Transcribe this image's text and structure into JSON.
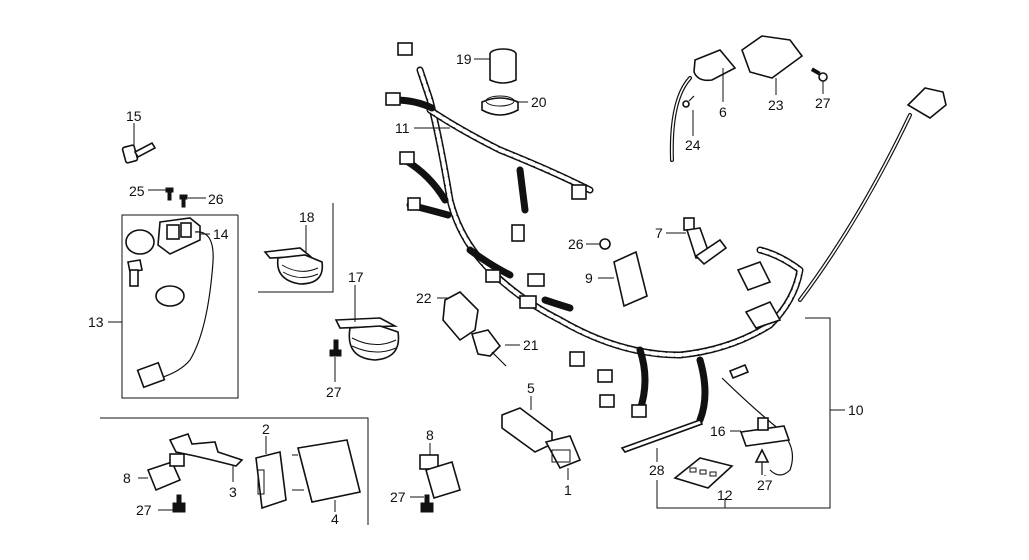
{
  "diagram": {
    "type": "exploded parts diagram - wire harness",
    "callouts": {
      "p1": "1",
      "p2": "2",
      "p3": "3",
      "p4": "4",
      "p5": "5",
      "p6": "6",
      "p7": "7",
      "p8a": "8",
      "p8b": "8",
      "p9": "9",
      "p10": "10",
      "p11": "11",
      "p12": "12",
      "p13": "13",
      "p14": "14",
      "p15": "15",
      "p16": "16",
      "p17": "17",
      "p18": "18",
      "p19": "19",
      "p20": "20",
      "p21": "21",
      "p22": "22",
      "p23": "23",
      "p24": "24",
      "p25": "25",
      "p26a": "26",
      "p26b": "26",
      "p27a": "27",
      "p27b": "27",
      "p27c": "27",
      "p27d": "27",
      "p27e": "27",
      "p28": "28"
    }
  }
}
